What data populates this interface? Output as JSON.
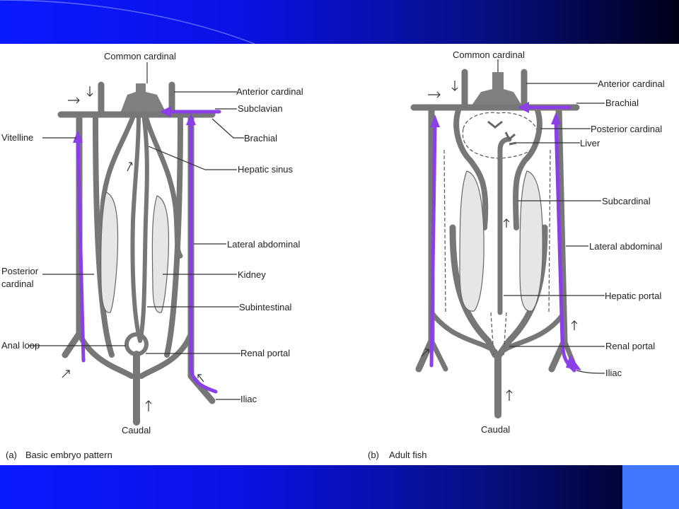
{
  "panel_a": {
    "caption_letter": "(a)",
    "caption": "Basic embryo pattern",
    "labels": {
      "common_cardinal": "Common cardinal",
      "anterior_cardinal": "Anterior cardinal",
      "subclavian": "Subclavian",
      "vitelline": "Vitelline",
      "brachial": "Brachial",
      "hepatic_sinus": "Hepatic sinus",
      "lateral_abdominal": "Lateral abdominal",
      "posterior_cardinal_1": "Posterior",
      "posterior_cardinal_2": "cardinal",
      "kidney": "Kidney",
      "subintestinal": "Subintestinal",
      "anal_loop": "Anal loop",
      "renal_portal": "Renal portal",
      "iliac": "Iliac",
      "caudal": "Caudal"
    }
  },
  "panel_b": {
    "caption_letter": "(b)",
    "caption": "Adult fish",
    "labels": {
      "common_cardinal": "Common cardinal",
      "anterior_cardinal": "Anterior cardinal",
      "brachial": "Brachial",
      "posterior_cardinal": "Posterior cardinal",
      "liver": "Liver",
      "subcardinal": "Subcardinal",
      "lateral_abdominal": "Lateral abdominal",
      "hepatic_portal": "Hepatic portal",
      "renal_portal": "Renal portal",
      "iliac": "Iliac",
      "caudal": "Caudal"
    }
  },
  "colors": {
    "highlight": "#8b3fe8",
    "band_start": "#0a1aff",
    "band_end": "#000018",
    "corner_box": "#3f78ff"
  }
}
